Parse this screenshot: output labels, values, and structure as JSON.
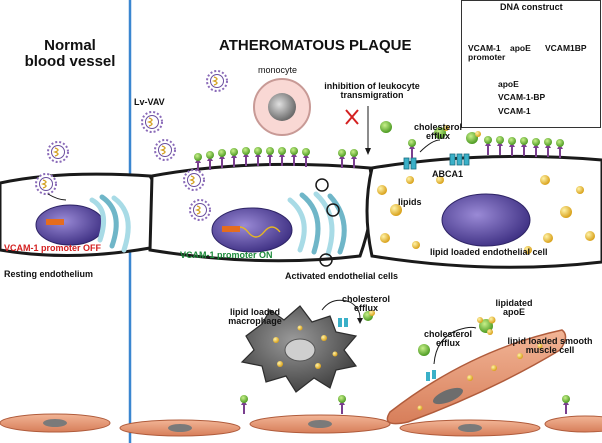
{
  "titles": {
    "normal_line1": "Normal",
    "normal_line2": "blood vessel",
    "plaque": "ATHEROMATOUS PLAQUE"
  },
  "legend": {
    "construct_title": "DNA construct",
    "vcam_promoter_line1": "VCAM-1",
    "vcam_promoter_line2": "promoter",
    "apoe": "apoE",
    "vcam1bp": "VCAM1BP",
    "apoe_key": "apoE",
    "vcam_bp_key": "VCAM-1-BP",
    "vcam_key": "VCAM-1"
  },
  "labels": {
    "lv_vav": "Lv-VAV",
    "monocyte": "monocyte",
    "inhibition_line1": "inhibition of leukocyte",
    "inhibition_line2": "transmigration",
    "cholesterol_efflux_top_1": "cholesterol",
    "cholesterol_efflux_top_2": "efflux",
    "abca1": "ABCA1",
    "lipids": "lipids",
    "lipid_loaded_endothelial": "lipid loaded endothelial cell",
    "promoter_off": "VCAM-1 promoter OFF",
    "promoter_on": "VCAM-1 promoter ON",
    "resting_endothelium": "Resting endothelium",
    "activated_endothelial": "Activated endothelial cells",
    "macrophage_line1": "lipid loaded",
    "macrophage_line2": "macrophage",
    "chol_efflux_mac_1": "cholesterol",
    "chol_efflux_mac_2": "efflux",
    "lipidated_line1": "lipidated",
    "lipidated_line2": "apoE",
    "chol_efflux_smc_1": "cholesterol",
    "chol_efflux_smc_2": "efflux",
    "smc_line1": "lipid loaded smooth",
    "smc_line2": "muscle cell"
  },
  "colors": {
    "divider": "#3a86d0",
    "red_text": "#d42020",
    "green_text": "#1c8a3a",
    "nucleus": "#5a4aa0",
    "er": "#86c8d6",
    "lipid": "#f0c040",
    "smc_fill": "#e8a080",
    "apoe_green": "#7cc443",
    "vcam_purple": "#7a3f8f"
  }
}
